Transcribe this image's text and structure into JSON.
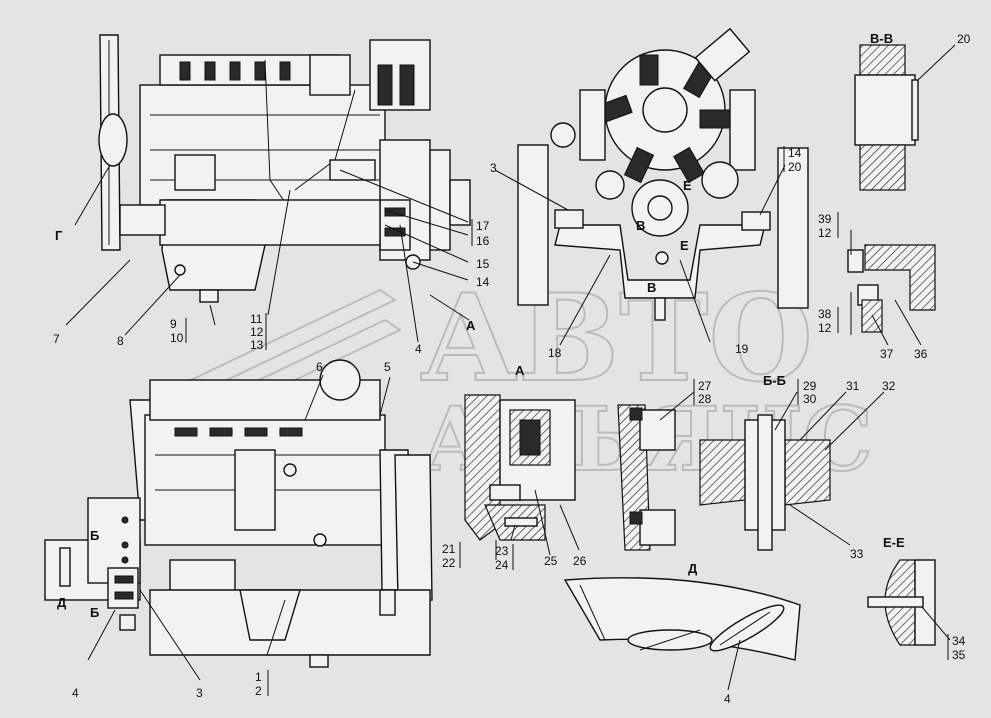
{
  "watermark": {
    "line1": "АВТО",
    "line2": "АЛЬЯНС"
  },
  "sections": {
    "a": "А",
    "b": "Б-Б",
    "v": "В-В",
    "d": "Д",
    "e": "Е-Е"
  },
  "view_marks": {
    "g": "Г",
    "b": "Б",
    "d": "Д",
    "v": "В",
    "e": "Е"
  },
  "callouts": {
    "c1": "1",
    "c2": "2",
    "c3": "3",
    "c3b": "3",
    "c4a": "4",
    "c4b": "4",
    "c4c": "4",
    "c5": "5",
    "c6": "6",
    "c7": "7",
    "c8": "8",
    "c9": "9",
    "c10": "10",
    "c11": "11",
    "c12": "12",
    "c13": "13",
    "c14": "14",
    "c14b": "14",
    "c15": "15",
    "c16": "16",
    "c17": "17",
    "c18": "18",
    "c19": "19",
    "c20": "20",
    "c20b": "20",
    "c21": "21",
    "c22": "22",
    "c23": "23",
    "c24": "24",
    "c25": "25",
    "c26": "26",
    "c27": "27",
    "c28": "28",
    "c29": "29",
    "c30": "30",
    "c31": "31",
    "c32": "32",
    "c33": "33",
    "c34": "34",
    "c35": "35",
    "c36": "36",
    "c37": "37",
    "c38": "38",
    "c12b": "12",
    "c39": "39",
    "c12c": "12"
  }
}
